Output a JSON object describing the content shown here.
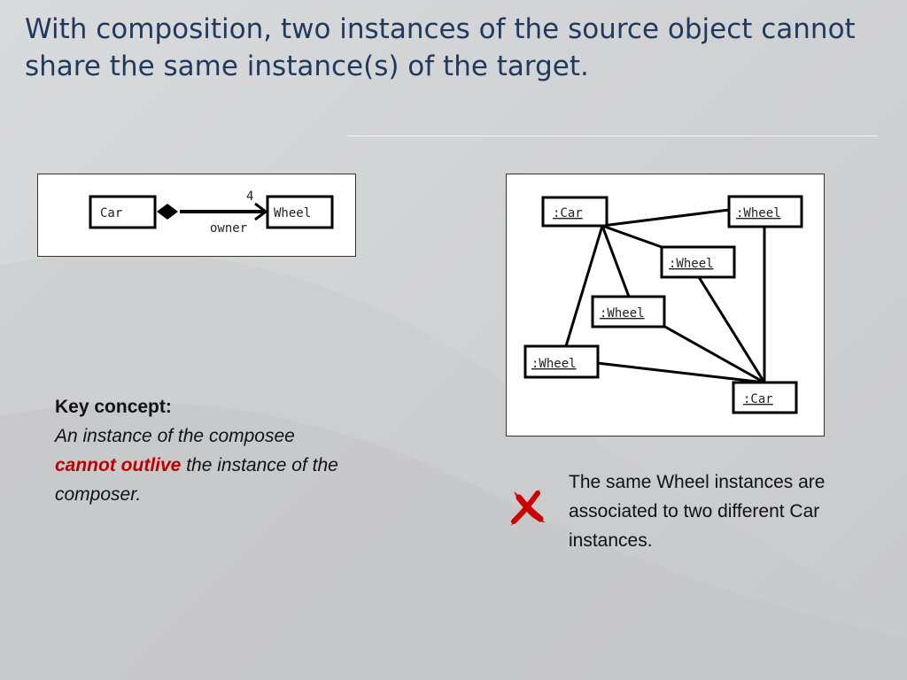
{
  "title": "With composition, two instances of the source object cannot share the same instance(s) of the target.",
  "class_diagram": {
    "source_class": "Car",
    "target_class": "Wheel",
    "multiplicity": "4",
    "role": "owner"
  },
  "object_diagram": {
    "car_objects": [
      ":Car",
      ":Car"
    ],
    "wheel_objects": [
      ":Wheel",
      ":Wheel",
      ":Wheel",
      ":Wheel"
    ]
  },
  "key_concept": {
    "heading": "Key concept:",
    "body_before": "An instance of the composee",
    "emphasis": "cannot outlive",
    "body_after": "the instance of the composer."
  },
  "note": {
    "icon": "cross-icon",
    "text": "The same Wheel instances are associated to two different Car instances."
  },
  "colors": {
    "title": "#1f3a5f",
    "emphasis": "#c00000",
    "cross": "#cc0000"
  }
}
